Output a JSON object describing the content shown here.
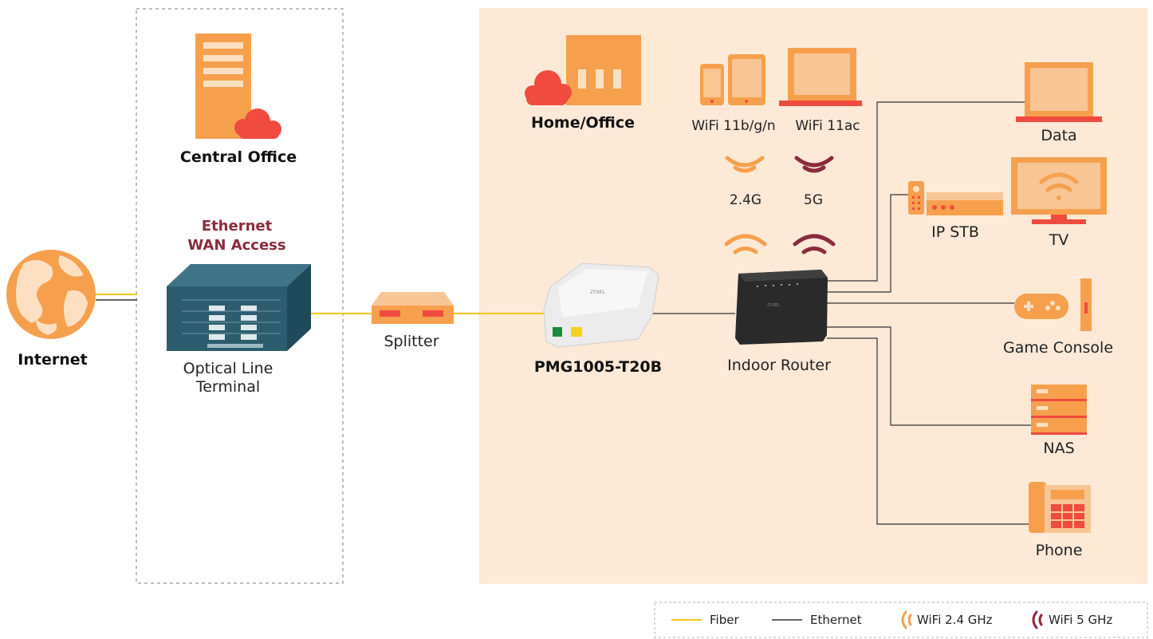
{
  "labels": {
    "internet": "Internet",
    "central_office": "Central Office",
    "ethernet_wan_line1": "Ethernet",
    "ethernet_wan_line2": "WAN Access",
    "olt_line1": "Optical Line",
    "olt_line2": "Terminal",
    "splitter": "Splitter",
    "ont": "PMG1005-T20B",
    "router": "Indoor Router",
    "home_office": "Home/Office",
    "wifi_n": "WiFi 11b/g/n",
    "wifi_ac": "WiFi 11ac",
    "band_24": "2.4G",
    "band_5": "5G",
    "data": "Data",
    "ip_stb": "IP STB",
    "tv": "TV",
    "game_console": "Game Console",
    "nas": "NAS",
    "phone": "Phone",
    "device_brand": "ZYXEL"
  },
  "legend": {
    "fiber": "Fiber",
    "ethernet": "Ethernet",
    "wifi24": "WiFi 2.4 GHz",
    "wifi5": "WiFi 5 GHz"
  },
  "colors": {
    "fiber": "#f5c518",
    "ethernet": "#333333",
    "wifi24": "#f39a4a",
    "wifi5": "#8b2b3c",
    "home_bg": "#fde9d6",
    "orange": "#f6a04d",
    "red": "#ef4b3f"
  },
  "icons": {
    "internet": "globe-icon",
    "central_office": "server-cloud-icon",
    "home_office": "house-cloud-icon",
    "wifi_n": "phone-tablet-icon",
    "wifi_ac": "laptop-icon",
    "data": "laptop-icon",
    "ip_stb": "set-top-box-icon",
    "tv": "tv-icon",
    "game_console": "gamepad-icon",
    "nas": "nas-icon",
    "phone": "desk-phone-icon"
  }
}
